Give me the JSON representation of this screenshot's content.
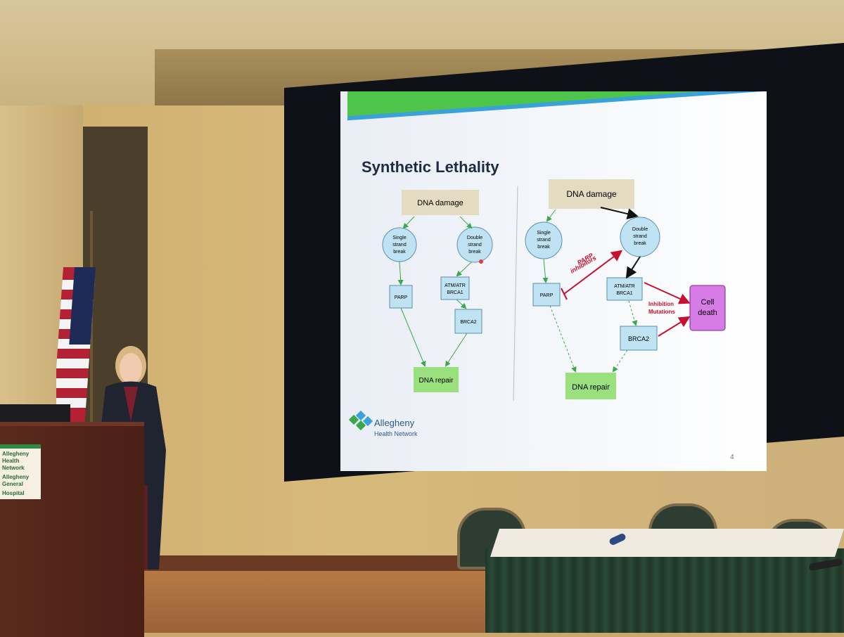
{
  "slide": {
    "title": "Synthetic Lethality",
    "page_number": "4",
    "logo_text_1": "Allegheny",
    "logo_text_2": "Health Network",
    "colors": {
      "accent_green": "#4ec54a",
      "accent_blue": "#3aa1d9",
      "node_blue": "#bfe3f2",
      "repair_green": "#9be07e",
      "death_purple": "#d77be6",
      "inhibit_red": "#c8102e",
      "damage_tan": "#e4dcc2"
    },
    "left_diagram": {
      "dna_damage": "DNA damage",
      "single_strand_break": [
        "Single",
        "strand",
        "break"
      ],
      "double_strand_break": [
        "Double",
        "strand",
        "break"
      ],
      "parp": "PARP",
      "atm_atr": [
        "ATM/ATR",
        "BRCA1"
      ],
      "brca2": "BRCA2",
      "dna_repair": "DNA repair"
    },
    "right_diagram": {
      "dna_damage": "DNA damage",
      "single_strand_break": [
        "Single",
        "strand",
        "break"
      ],
      "double_strand_break": [
        "Double",
        "strand",
        "break"
      ],
      "parp": "PARP",
      "parp_inhibitors": [
        "PARP",
        "inhibitors"
      ],
      "atm_atr": [
        "ATM/ATR",
        "BRCA1"
      ],
      "brca2": "BRCA2",
      "inhibition_mutations": [
        "Inhibition",
        "Mutations"
      ],
      "cell_death": [
        "Cell",
        "death"
      ],
      "dna_repair": "DNA repair"
    }
  },
  "podium_sign": {
    "line1": "Allegheny Health Network",
    "line2": "Allegheny General",
    "line3": "Hospital"
  }
}
